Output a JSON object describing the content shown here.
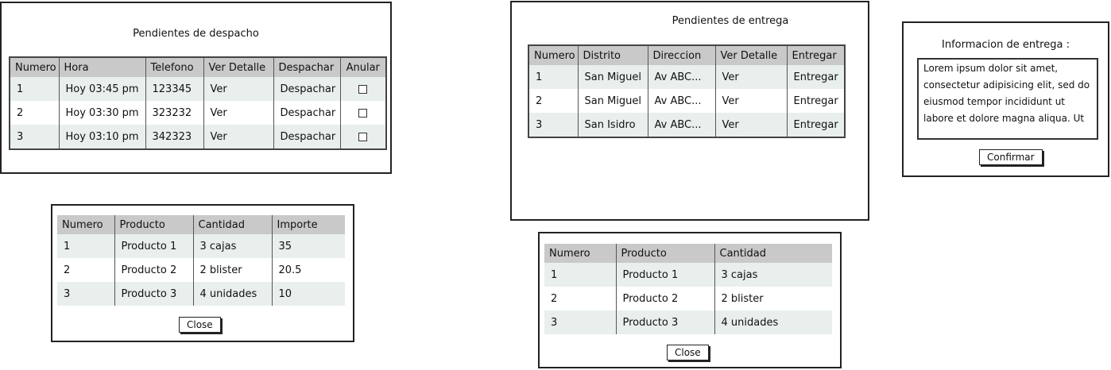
{
  "despacho": {
    "title": "Pendientes de despacho",
    "headers": [
      "Numero",
      "Hora",
      "Telefono",
      "Ver Detalle",
      "Despachar",
      "Anular"
    ],
    "rows": [
      [
        "1",
        "Hoy 03:45 pm",
        "123345",
        "Ver",
        "Despachar"
      ],
      [
        "2",
        "Hoy 03:30 pm",
        "323232",
        "Ver",
        "Despachar"
      ],
      [
        "3",
        "Hoy 03:10 pm",
        "342323",
        "Ver",
        "Despachar"
      ]
    ]
  },
  "detalle_despacho": {
    "headers": [
      "Numero",
      "Producto",
      "Cantidad",
      "Importe"
    ],
    "rows": [
      [
        "1",
        "Producto 1",
        "3 cajas",
        "35"
      ],
      [
        "2",
        "Producto 2",
        "2 blister",
        "20.5"
      ],
      [
        "3",
        "Producto 3",
        "4 unidades",
        "10"
      ]
    ],
    "close_label": "Close"
  },
  "entrega": {
    "title": "Pendientes de entrega",
    "headers": [
      "Numero",
      "Distrito",
      "Direccion",
      "Ver Detalle",
      "Entregar"
    ],
    "rows": [
      [
        "1",
        "San Miguel",
        "Av ABC...",
        "Ver",
        "Entregar"
      ],
      [
        "2",
        "San Miguel",
        "Av ABC...",
        "Ver",
        "Entregar"
      ],
      [
        "3",
        "San Isidro",
        "Av ABC...",
        "Ver",
        "Entregar"
      ]
    ]
  },
  "detalle_entrega": {
    "headers": [
      "Numero",
      "Producto",
      "Cantidad"
    ],
    "rows": [
      [
        "1",
        "Producto 1",
        "3 cajas"
      ],
      [
        "2",
        "Producto 2",
        "2 blister"
      ],
      [
        "3",
        "Producto 3",
        "4 unidades"
      ]
    ],
    "close_label": "Close"
  },
  "info_entrega": {
    "title": "Informacion de entrega :",
    "text": "Lorem ipsum dolor sit amet, consectetur adipisicing elit, sed do eiusmod tempor incididunt ut labore et dolore magna aliqua. Ut",
    "confirm_label": "Confirmar"
  }
}
